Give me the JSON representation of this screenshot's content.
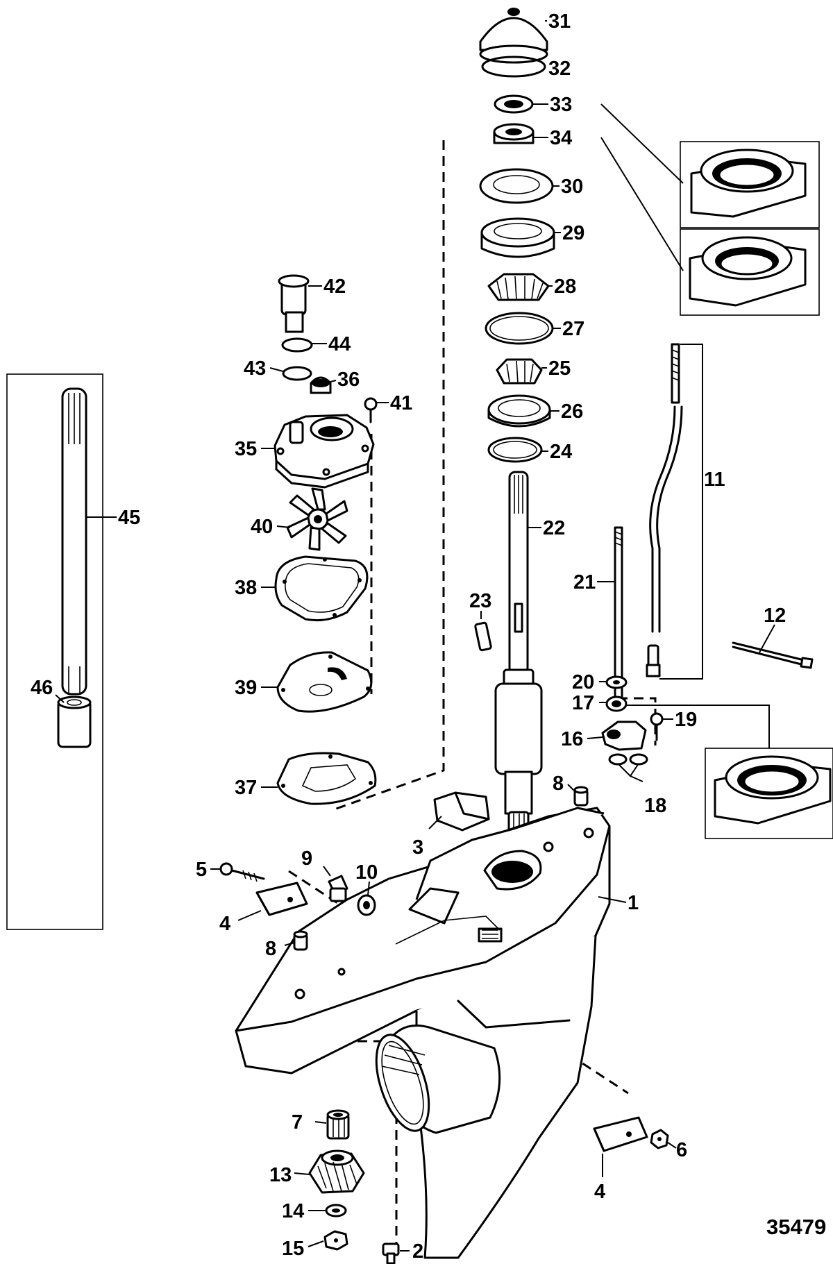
{
  "drawing_number": "35479",
  "labels": {
    "p1": "1",
    "p2": "2",
    "p3": "3",
    "p4a": "4",
    "p4b": "4",
    "p5": "5",
    "p6": "6",
    "p7": "7",
    "p8a": "8",
    "p8b": "8",
    "p9": "9",
    "p10": "10",
    "p11": "11",
    "p12": "12",
    "p13": "13",
    "p14": "14",
    "p15": "15",
    "p16": "16",
    "p17": "17",
    "p18": "18",
    "p19": "19",
    "p20": "20",
    "p21": "21",
    "p22": "22",
    "p23": "23",
    "p24": "24",
    "p25": "25",
    "p26": "26",
    "p27": "27",
    "p28": "28",
    "p29": "29",
    "p30": "30",
    "p31": "31",
    "p32": "32",
    "p33": "33",
    "p34": "34",
    "p35": "35",
    "p36": "36",
    "p37": "37",
    "p38": "38",
    "p39": "39",
    "p40": "40",
    "p41": "41",
    "p42": "42",
    "p43": "43",
    "p44": "44",
    "p45": "45",
    "p46": "46"
  }
}
